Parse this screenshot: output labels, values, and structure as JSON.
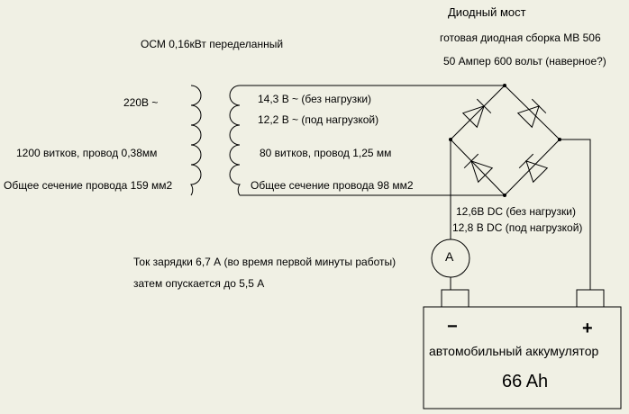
{
  "colors": {
    "background": "#f0f0e4",
    "stroke": "#000000"
  },
  "transformer": {
    "title": "ОСМ 0,16кВт переделанный",
    "primary": {
      "voltage": "220В ~",
      "turns": "1200 витков, провод  0,38мм",
      "cross_section": "Общее сечение провода 159 мм2"
    },
    "secondary": {
      "voltage_no_load": "14,3 В ~ (без нагрузки)",
      "voltage_load": "12,2 В ~ (под нагрузкой)",
      "turns": "80 витков, провод 1,25 мм",
      "cross_section": "Общее сечение провода 98 мм2"
    }
  },
  "bridge": {
    "title": "Диодный мост",
    "part": "готовая диодная сборка MB 506",
    "rating": "50 Ампер 600 вольт (наверное?)",
    "dc_no_load": "12,6В DC (без нагрузки)",
    "dc_load": "12,8 В DC (под нагрузкой)"
  },
  "ammeter": {
    "symbol": "A",
    "current_first_minute": "Ток зарядки 6,7 А (во время первой минуты работы)",
    "current_after": "затем опускается до 5,5 А"
  },
  "battery": {
    "minus": "−",
    "plus": "+",
    "label": "автомобильный аккумулятор",
    "capacity": "66 Ah"
  }
}
